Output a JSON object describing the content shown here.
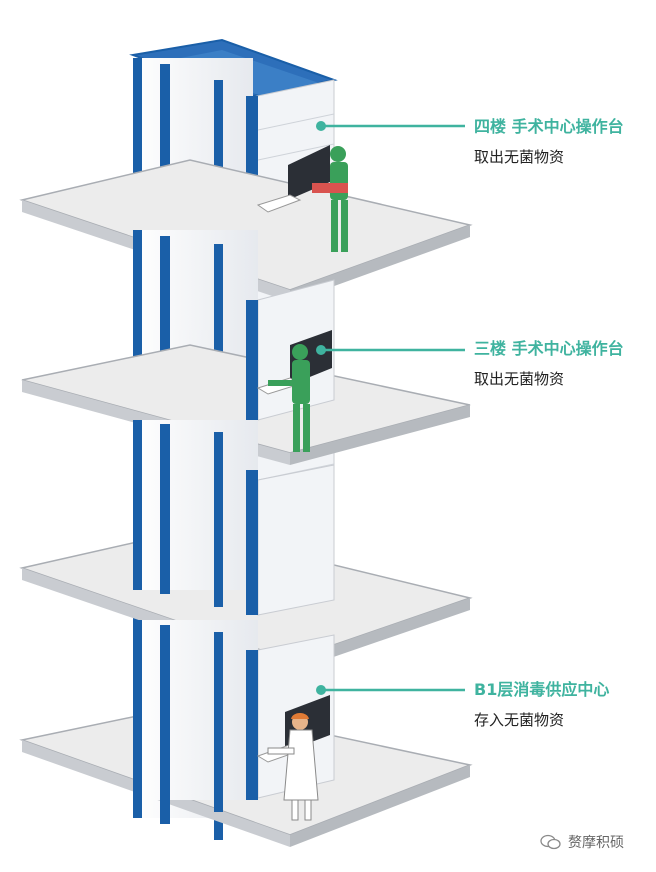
{
  "colors": {
    "accent_teal": "#3fb39f",
    "column_blue": "#1a5fa8",
    "floor_fill": "#ececec",
    "scrubs_green": "#3aa05a"
  },
  "callouts": [
    {
      "title": "四楼 手术中心操作台",
      "subtitle": "取出无菌物资"
    },
    {
      "title": "三楼 手术中心操作台",
      "subtitle": "取出无菌物资"
    },
    {
      "title": "B1层消毒供应中心",
      "subtitle": "存入无菌物资"
    }
  ],
  "watermark": {
    "text": "赘摩积硕",
    "icon": "wechat-icon"
  }
}
